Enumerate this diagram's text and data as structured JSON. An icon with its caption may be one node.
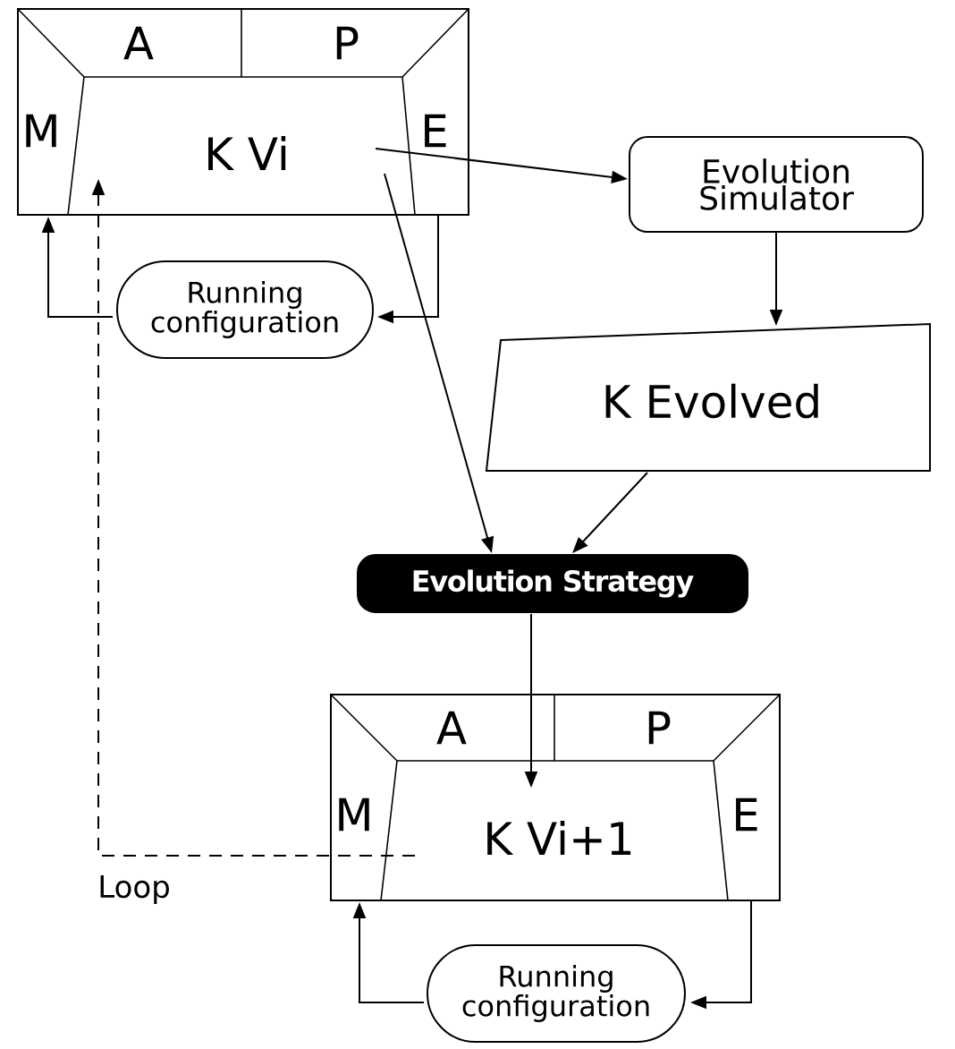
{
  "diagram": {
    "nodes": [
      {
        "text": [
          "A",
          "P",
          "M",
          "E",
          "K  Vi"
        ]
      },
      {
        "text": [
          "Running configuration"
        ]
      },
      {
        "text": [
          "Evolution Simulator"
        ]
      },
      {
        "text": [
          "K Evolved"
        ]
      },
      {
        "text": [
          "Evolution Strategy"
        ]
      },
      {
        "text": [
          "A",
          "P",
          "M",
          "E",
          "K Vi+1"
        ]
      },
      {
        "text": [
          "Running configuration"
        ]
      }
    ],
    "edges": [
      {
        "from": 0,
        "to": 1,
        "arrow": "to"
      },
      {
        "from": 1,
        "to": 0,
        "arrow": "to"
      },
      {
        "from": 0,
        "to": 2,
        "arrow": "to"
      },
      {
        "from": 2,
        "to": 3,
        "arrow": "to"
      },
      {
        "from": 0,
        "to": 4,
        "arrow": "to"
      },
      {
        "from": 3,
        "to": 4,
        "arrow": "to"
      },
      {
        "from": 4,
        "to": 5,
        "arrow": "to"
      },
      {
        "from": 5,
        "to": 0,
        "arrow": "to",
        "style": "dashed",
        "label": "Loop"
      },
      {
        "from": 5,
        "to": 6,
        "arrow": "to"
      },
      {
        "from": 6,
        "to": 5,
        "arrow": "to"
      }
    ]
  }
}
